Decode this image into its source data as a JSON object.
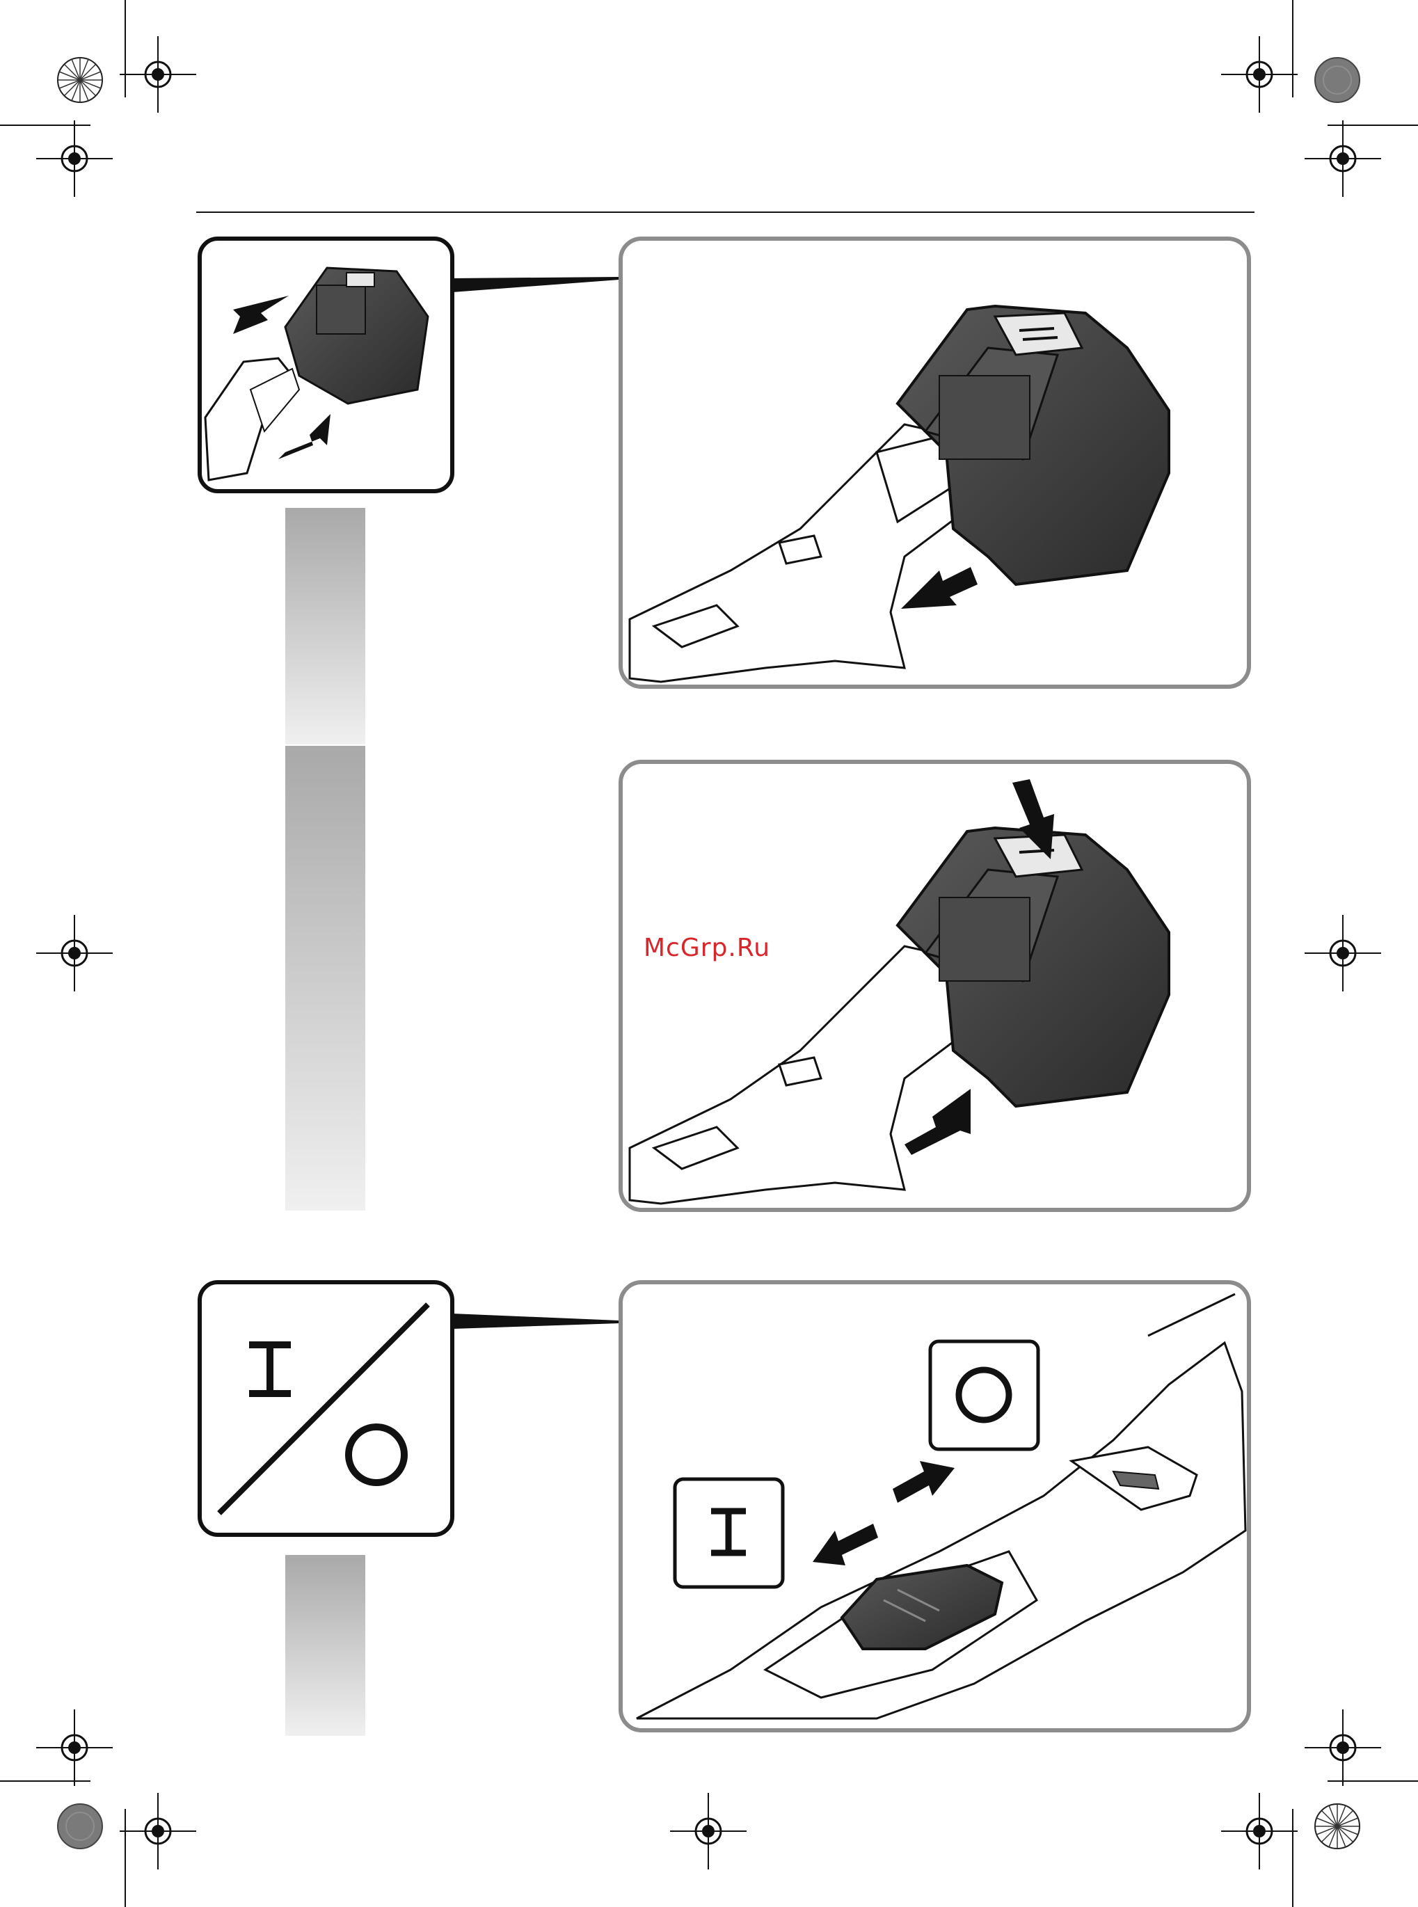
{
  "watermark": {
    "text": "McGrp.Ru",
    "color": "#d8262a"
  },
  "symbols": {
    "on": "I",
    "off": "O"
  },
  "colors": {
    "frame_gray": "#8c8c8c",
    "ink": "#111111",
    "battery_dark": "#3a3a3a",
    "side_bar_top": "#b3b3b3",
    "side_bar_bottom": "#f0f0f0"
  },
  "icons": [
    "registration-mark",
    "color-target",
    "battery-pack",
    "tool-handle",
    "direction-arrow",
    "on-off-switch"
  ]
}
